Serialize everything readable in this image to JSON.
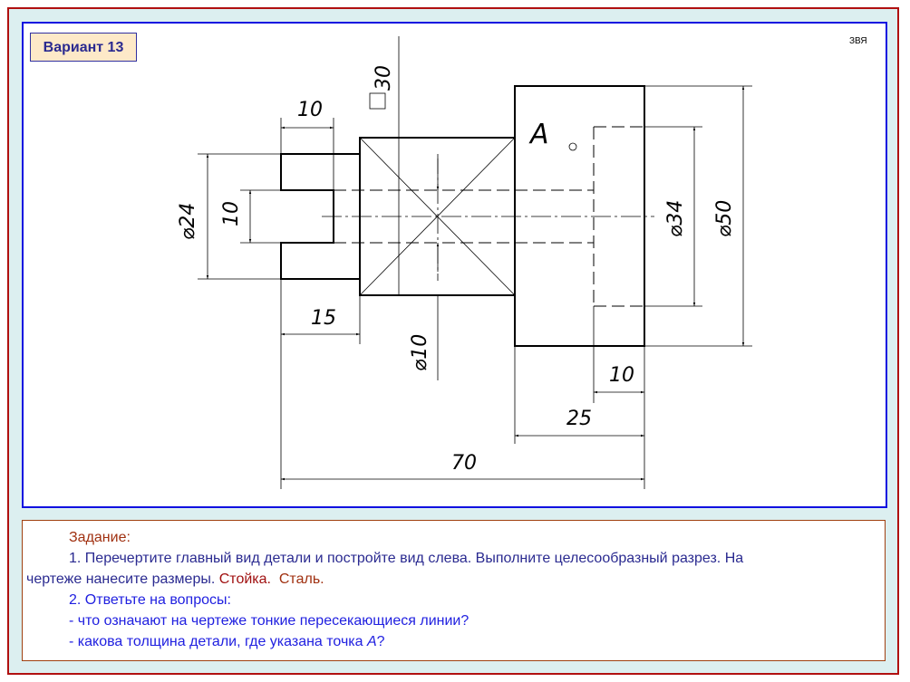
{
  "variant": "Вариант 13",
  "code": "ЗВЯ",
  "drawing": {
    "point_label": "A",
    "dims": {
      "sq30": "30",
      "d10_top": "10",
      "d24": "24",
      "slot10": "10",
      "d15": "15",
      "d10": "10",
      "d34": "34",
      "d50": "50",
      "r10": "10",
      "r25": "25",
      "total70": "70"
    }
  },
  "task": {
    "heading": "Задание:",
    "item1_a": "1. Перечертите главный вид детали и постройте вид слева. Выполните целесообразный разрез. На",
    "item1_b": "чертеже нанесите размеры.",
    "part": "Стойка.",
    "material": "Сталь.",
    "item2": "2.  Ответьте  на вопросы:",
    "q1": "- что означают на чертеже тонкие пересекающиеся линии?",
    "q2_a": "- какова толщина детали, где указана точка ",
    "q2_b": "A",
    "q2_c": "?"
  }
}
